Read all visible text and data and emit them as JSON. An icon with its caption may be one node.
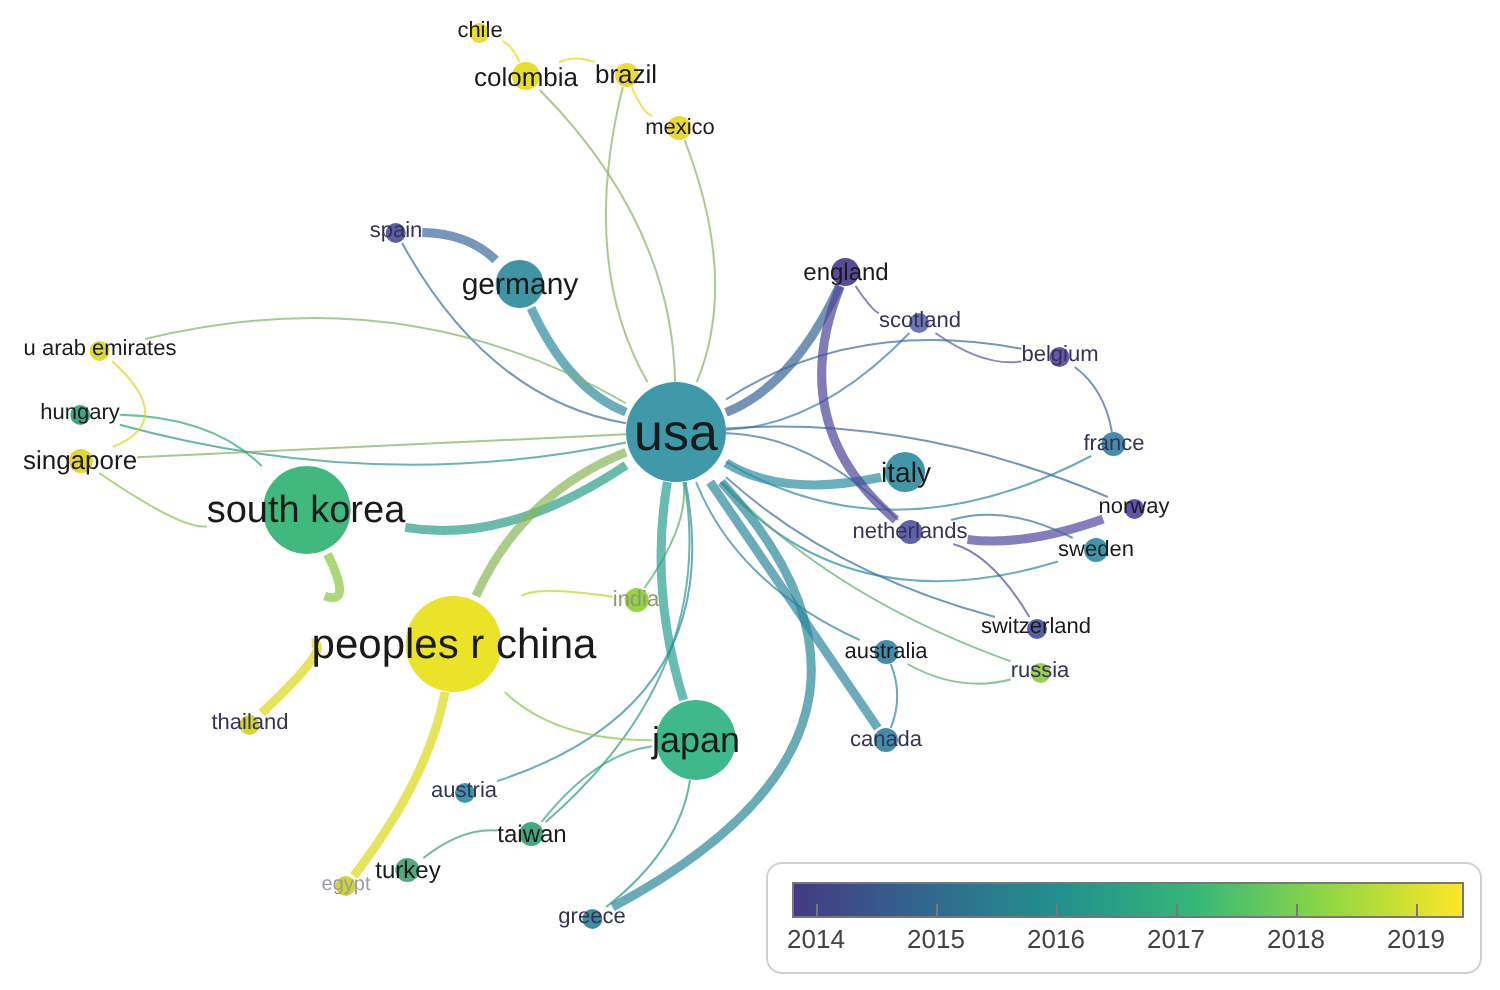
{
  "diagram": {
    "nodes": [
      {
        "text": [
          "chile"
        ]
      },
      {
        "text": [
          "colombia"
        ]
      },
      {
        "text": [
          "brazil"
        ]
      },
      {
        "text": [
          "mexico"
        ]
      },
      {
        "text": [
          "spain"
        ]
      },
      {
        "text": [
          "england"
        ]
      },
      {
        "text": [
          "germany"
        ]
      },
      {
        "text": [
          "scotland"
        ]
      },
      {
        "text": [
          "belgium"
        ]
      },
      {
        "text": [
          "u arab emirates"
        ]
      },
      {
        "text": [
          "usa"
        ]
      },
      {
        "text": [
          "hungary"
        ]
      },
      {
        "text": [
          "france"
        ]
      },
      {
        "text": [
          "singapore"
        ]
      },
      {
        "text": [
          "italy"
        ]
      },
      {
        "text": [
          "south korea"
        ]
      },
      {
        "text": [
          "norway"
        ]
      },
      {
        "text": [
          "netherlands"
        ]
      },
      {
        "text": [
          "sweden"
        ]
      },
      {
        "text": [
          "india"
        ]
      },
      {
        "text": [
          "peoples r china"
        ]
      },
      {
        "text": [
          "switzerland"
        ]
      },
      {
        "text": [
          "australia"
        ]
      },
      {
        "text": [
          "russia"
        ]
      },
      {
        "text": [
          "thailand"
        ]
      },
      {
        "text": [
          "japan"
        ]
      },
      {
        "text": [
          "canada"
        ]
      },
      {
        "text": [
          "austria"
        ]
      },
      {
        "text": [
          "taiwan"
        ]
      },
      {
        "text": [
          "turkey"
        ]
      },
      {
        "text": [
          "egypt"
        ]
      },
      {
        "text": [
          "greece"
        ]
      }
    ],
    "edges": [
      {
        "from": 10,
        "to": 1,
        "arrow": "none",
        "color": "#86b45d"
      },
      {
        "from": 10,
        "to": 2,
        "arrow": "none",
        "color": "#89b35e"
      },
      {
        "from": 10,
        "to": 3,
        "arrow": "none",
        "color": "#88b161"
      },
      {
        "from": 10,
        "to": 4,
        "arrow": "none",
        "color": "#3a6d9f"
      },
      {
        "from": 10,
        "to": 5,
        "arrow": "none",
        "style": "thick",
        "color": "#396496"
      },
      {
        "from": 10,
        "to": 6,
        "arrow": "none",
        "style": "thick",
        "color": "#2a8c9d"
      },
      {
        "from": 10,
        "to": 7,
        "arrow": "none",
        "color": "#427ba8"
      },
      {
        "from": 10,
        "to": 8,
        "arrow": "none",
        "color": "#3e6aa0"
      },
      {
        "from": 10,
        "to": 9,
        "arrow": "none",
        "color": "#81b360"
      },
      {
        "from": 10,
        "to": 11,
        "arrow": "none",
        "color": "#2a9788"
      },
      {
        "from": 10,
        "to": 12,
        "arrow": "none",
        "color": "#2d87a0"
      },
      {
        "from": 10,
        "to": 13,
        "arrow": "none",
        "color": "#85af60"
      },
      {
        "from": 10,
        "to": 14,
        "arrow": "none",
        "style": "thick",
        "color": "#2a8da0"
      },
      {
        "from": 10,
        "to": 15,
        "arrow": "none",
        "style": "thick",
        "color": "#2a9f88"
      },
      {
        "from": 10,
        "to": 16,
        "arrow": "none",
        "color": "#3d67a0"
      },
      {
        "from": 10,
        "to": 17,
        "arrow": "none",
        "color": "#3d6fa0"
      },
      {
        "from": 10,
        "to": 18,
        "arrow": "none",
        "color": "#2a8ca0"
      },
      {
        "from": 10,
        "to": 19,
        "arrow": "none",
        "color": "#5bad68"
      },
      {
        "from": 10,
        "to": 20,
        "arrow": "none",
        "style": "thick",
        "color": "#89b758"
      },
      {
        "from": 10,
        "to": 21,
        "arrow": "none",
        "color": "#356fa0"
      },
      {
        "from": 10,
        "to": 22,
        "arrow": "none",
        "color": "#2d87a0"
      },
      {
        "from": 10,
        "to": 23,
        "arrow": "none",
        "color": "#5bad70"
      },
      {
        "from": 10,
        "to": 25,
        "arrow": "none",
        "style": "thick",
        "color": "#2a9f90"
      },
      {
        "from": 10,
        "to": 26,
        "arrow": "none",
        "style": "thick",
        "color": "#2d87a0"
      },
      {
        "from": 10,
        "to": 27,
        "arrow": "none",
        "color": "#2a8ca0"
      },
      {
        "from": 10,
        "to": 28,
        "arrow": "none",
        "color": "#2d9788"
      },
      {
        "from": 10,
        "to": 31,
        "arrow": "none",
        "style": "thick",
        "color": "#2a8798"
      },
      {
        "from": 20,
        "to": 15,
        "arrow": "none",
        "style": "thick",
        "color": "#8ac840"
      },
      {
        "from": 20,
        "to": 25,
        "arrow": "none",
        "color": "#89c848"
      },
      {
        "from": 20,
        "to": 19,
        "arrow": "none",
        "color": "#bad620"
      },
      {
        "from": 20,
        "to": 24,
        "arrow": "none",
        "style": "thick",
        "color": "#dcd818"
      },
      {
        "from": 20,
        "to": 30,
        "arrow": "none",
        "style": "thick",
        "color": "#d8d818"
      },
      {
        "from": 15,
        "to": 11,
        "arrow": "none",
        "color": "#2ba870"
      },
      {
        "from": 15,
        "to": 13,
        "arrow": "none",
        "color": "#86c048"
      },
      {
        "from": 1,
        "to": 0,
        "arrow": "none",
        "color": "#e4d91c"
      },
      {
        "from": 1,
        "to": 2,
        "arrow": "none",
        "color": "#e5d91b"
      },
      {
        "from": 2,
        "to": 3,
        "arrow": "none",
        "color": "#e7d61f"
      },
      {
        "from": 4,
        "to": 6,
        "arrow": "none",
        "style": "thick",
        "color": "#3a6b9c"
      },
      {
        "from": 5,
        "to": 7,
        "arrow": "none",
        "color": "#51509e"
      },
      {
        "from": 5,
        "to": 17,
        "arrow": "none",
        "style": "thick",
        "color": "#4c4596"
      },
      {
        "from": 7,
        "to": 8,
        "arrow": "none",
        "color": "#5757a8"
      },
      {
        "from": 8,
        "to": 12,
        "arrow": "none",
        "color": "#4263a0"
      },
      {
        "from": 17,
        "to": 16,
        "arrow": "none",
        "style": "thick",
        "color": "#5048a0"
      },
      {
        "from": 17,
        "to": 18,
        "arrow": "none",
        "color": "#3d6da0"
      },
      {
        "from": 22,
        "to": 23,
        "arrow": "none",
        "color": "#5ea670"
      },
      {
        "from": 22,
        "to": 26,
        "arrow": "none",
        "color": "#3080a0"
      },
      {
        "from": 25,
        "to": 28,
        "arrow": "none",
        "color": "#2da878"
      },
      {
        "from": 25,
        "to": 31,
        "arrow": "none",
        "color": "#2a9888"
      },
      {
        "from": 21,
        "to": 17,
        "arrow": "none",
        "color": "#4850a0"
      },
      {
        "from": 9,
        "to": 13,
        "arrow": "none",
        "color": "#dcd420"
      },
      {
        "from": 28,
        "to": 29,
        "arrow": "none",
        "color": "#38a070"
      }
    ],
    "labels": [
      "2014",
      "2015",
      "2016",
      "2017",
      "2018",
      "2019"
    ]
  }
}
